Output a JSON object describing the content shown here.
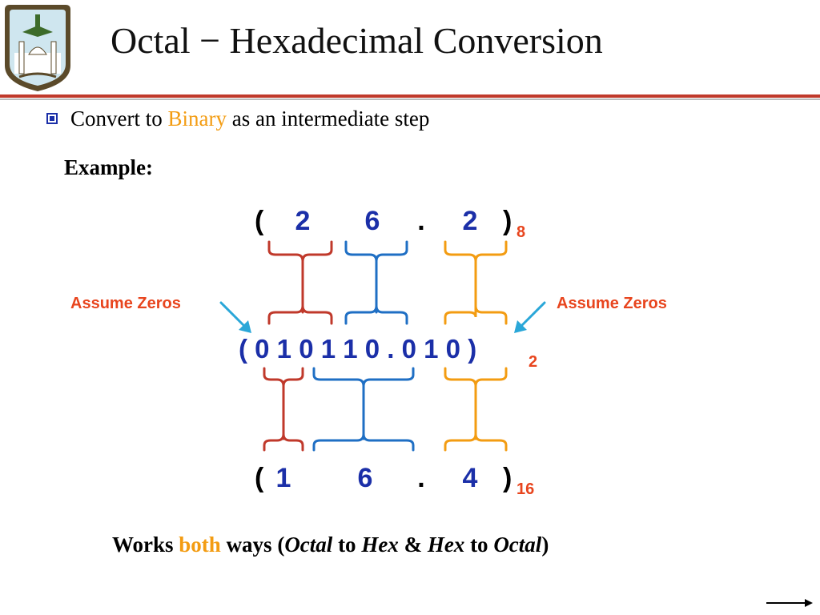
{
  "slide": {
    "title": "Octal − Hexadecimal Conversion",
    "bullet": {
      "prefix": "Convert to ",
      "highlight": "Binary",
      "suffix": " as an intermediate step"
    },
    "example_label": "Example:",
    "octal_row": {
      "open": "(",
      "digits": [
        "2",
        "6",
        ".",
        "2"
      ],
      "close": ")",
      "base": "8"
    },
    "binary_row": {
      "text": "( 0 1 0 1 1 0 . 0 1 0 )",
      "base": "2"
    },
    "hex_row": {
      "open": "(",
      "digits": [
        "1",
        "6",
        ".",
        "4"
      ],
      "close": ")",
      "base": "16"
    },
    "annotation_left": "Assume Zeros",
    "annotation_right": "Assume Zeros",
    "footer": {
      "w1": "Works ",
      "w2": "both",
      "w3": " ways (",
      "w4": "Octal",
      "w5": " to ",
      "w6": "Hex",
      "w7": " & ",
      "w8": "Hex",
      "w9": " to ",
      "w10": "Octal",
      "w11": ")"
    },
    "colors": {
      "accent_red": "#c0392b",
      "group_red": "#c0392b",
      "group_blue": "#1f6fc4",
      "group_orange": "#f39c12",
      "digit_blue": "#1b2fa8",
      "annotation_red": "#e8451e",
      "arrow_cyan": "#2aa7d8"
    },
    "icons": {
      "logo": "university-logo-icon",
      "nav": "next-arrow-icon"
    }
  }
}
